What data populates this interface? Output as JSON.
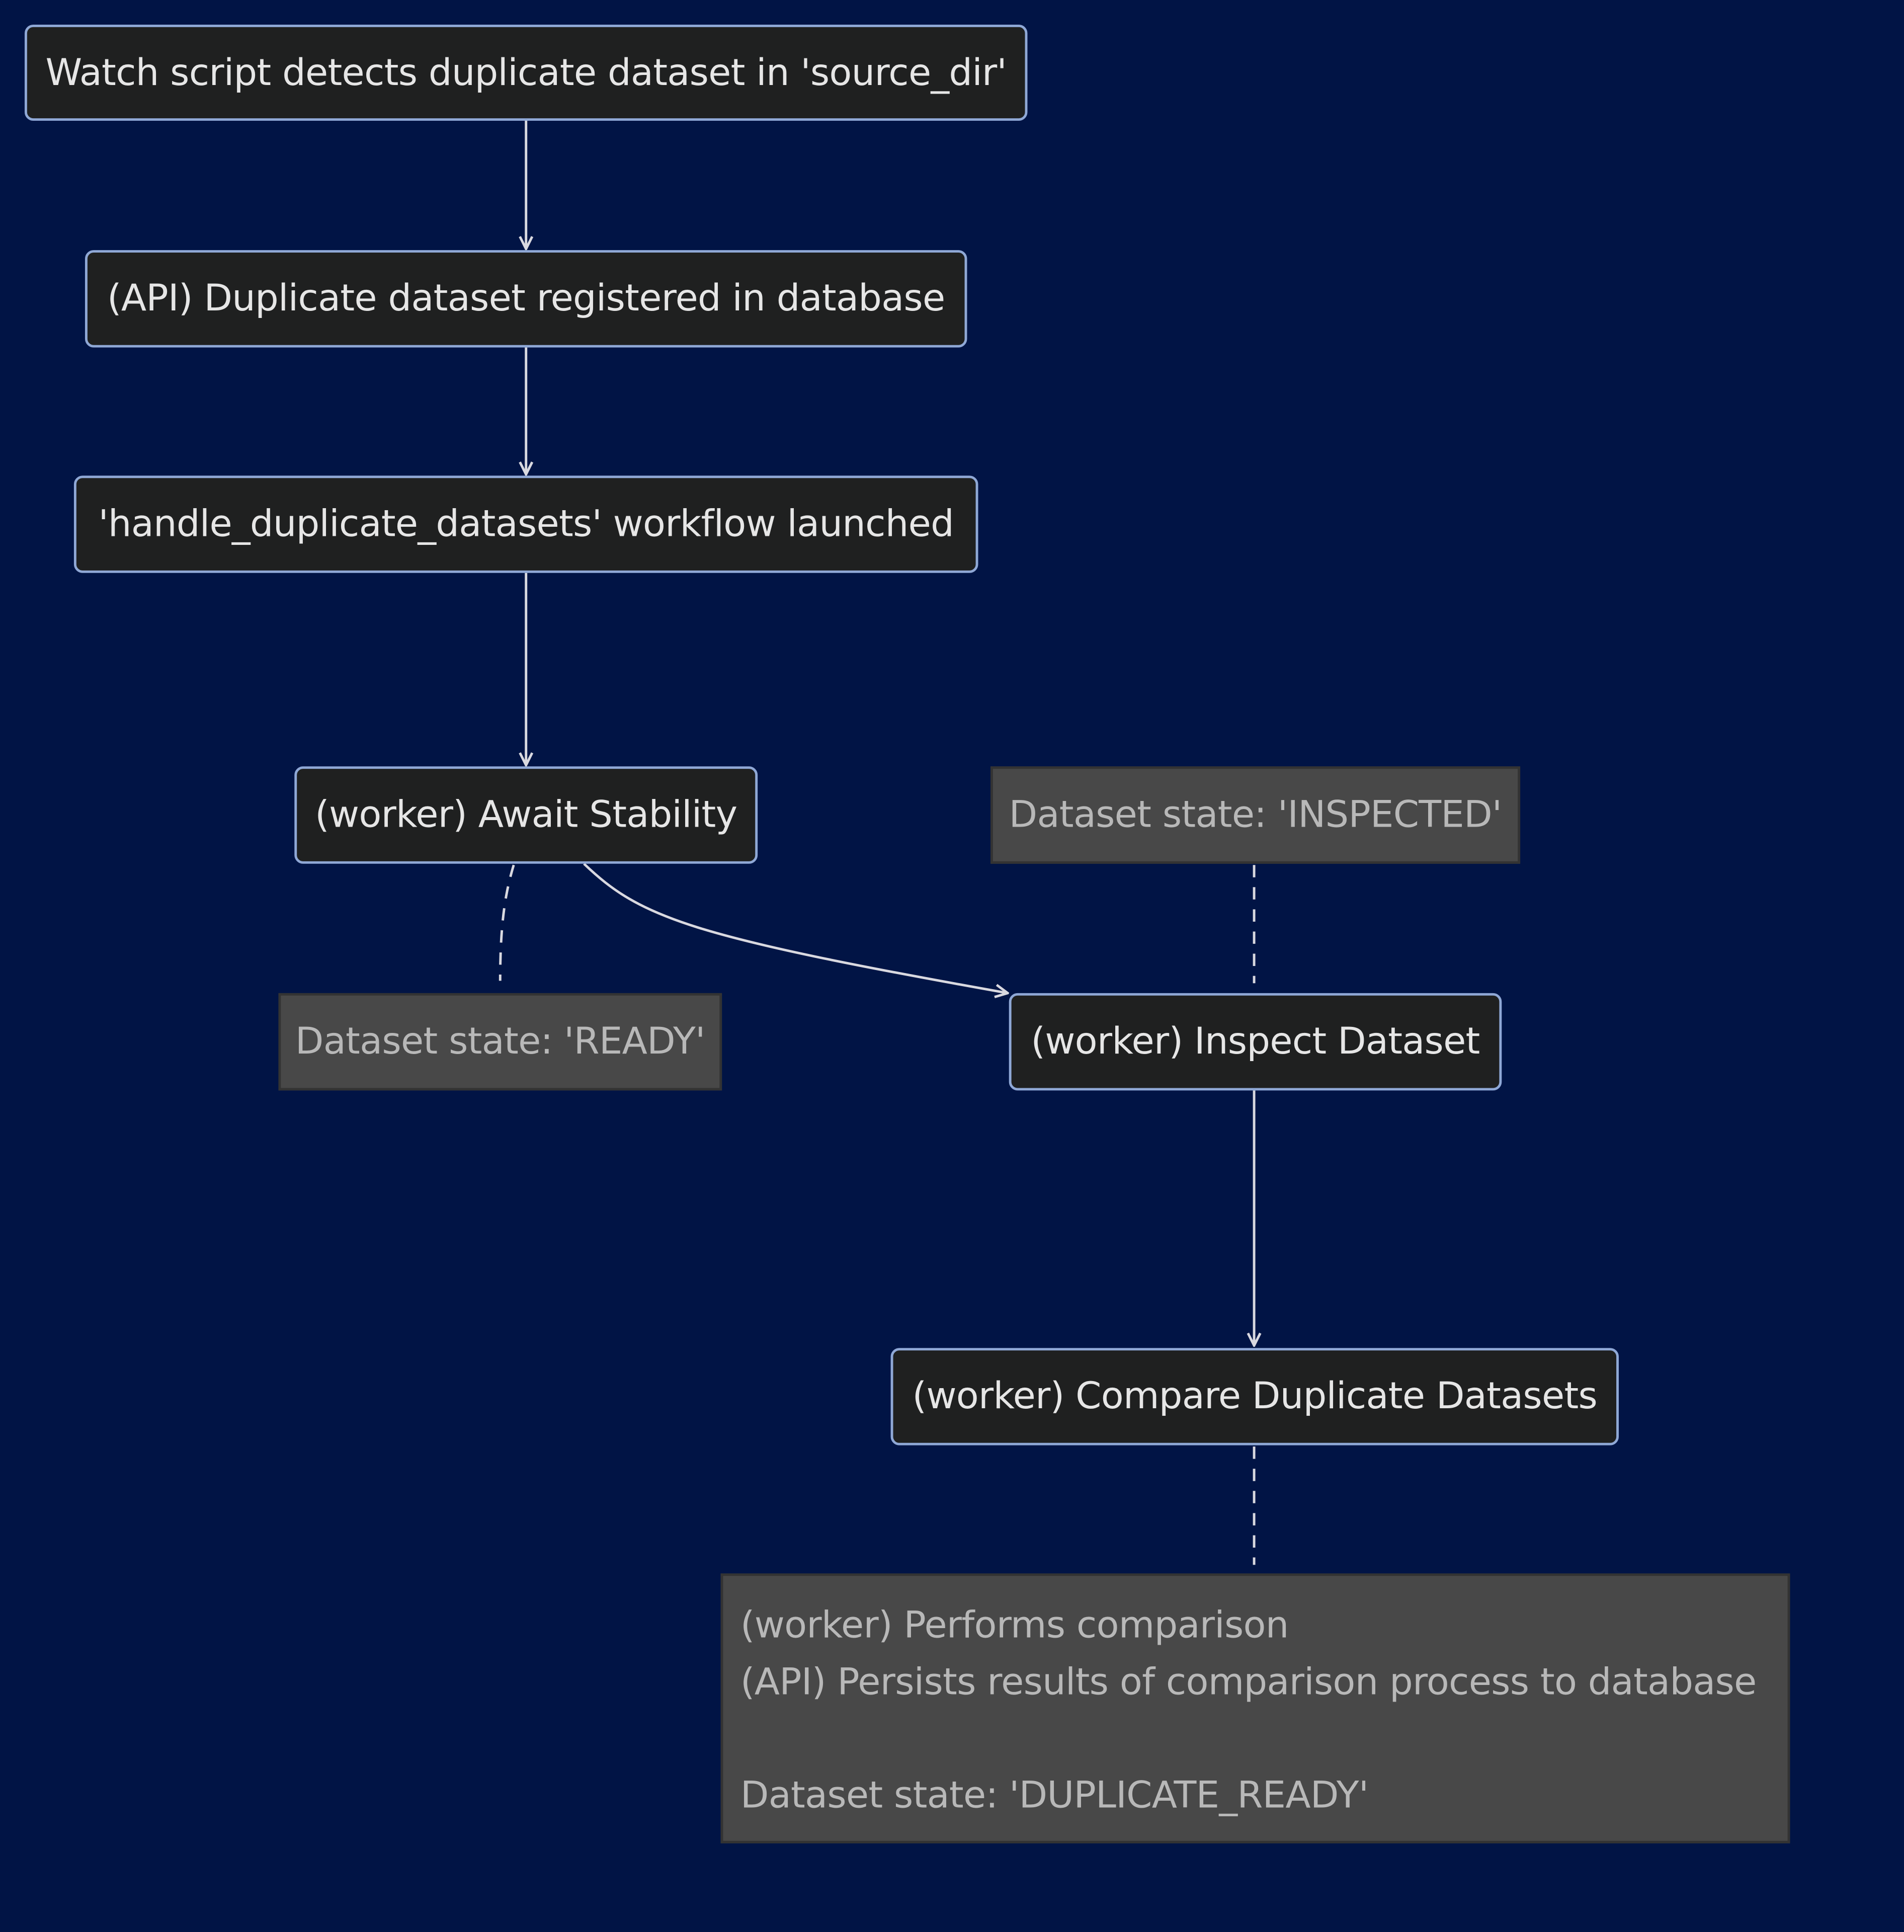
{
  "nodes": {
    "watch": "Watch script detects duplicate dataset in 'source_dir'",
    "register": "(API) Duplicate dataset registered in database",
    "workflow": "'handle_duplicate_datasets' workflow launched",
    "stability": "(worker) Await Stability",
    "inspect": "(worker) Inspect Dataset",
    "compare": "(worker) Compare Duplicate Datasets"
  },
  "notes": {
    "ready": "Dataset state: 'READY'",
    "inspected": "Dataset state: 'INSPECTED'",
    "comparison": [
      "(worker) Performs comparison",
      "(API) Persists results of comparison process to database",
      "",
      "Dataset state: 'DUPLICATE_READY'"
    ]
  },
  "colors": {
    "background": "#011445",
    "node_fill": "#1f2020",
    "node_border": "#8fa8d6",
    "note_fill": "#484848",
    "edge": "#d9d9e0"
  }
}
